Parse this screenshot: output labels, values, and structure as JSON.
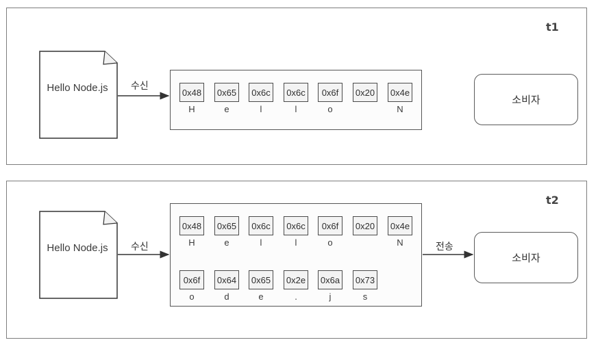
{
  "panels": [
    {
      "label": "t1",
      "file_text": "Hello Node.js",
      "receive_label": "수신",
      "bytes": [
        {
          "hex": "0x48",
          "char": "H"
        },
        {
          "hex": "0x65",
          "char": "e"
        },
        {
          "hex": "0x6c",
          "char": "l"
        },
        {
          "hex": "0x6c",
          "char": "l"
        },
        {
          "hex": "0x6f",
          "char": "o"
        },
        {
          "hex": "0x20",
          "char": ""
        },
        {
          "hex": "0x4e",
          "char": "N"
        }
      ],
      "send_label": "",
      "consumer_label": "소비자"
    },
    {
      "label": "t2",
      "file_text": "Hello Node.js",
      "receive_label": "수신",
      "bytes": [
        {
          "hex": "0x48",
          "char": "H"
        },
        {
          "hex": "0x65",
          "char": "e"
        },
        {
          "hex": "0x6c",
          "char": "l"
        },
        {
          "hex": "0x6c",
          "char": "l"
        },
        {
          "hex": "0x6f",
          "char": "o"
        },
        {
          "hex": "0x20",
          "char": ""
        },
        {
          "hex": "0x4e",
          "char": "N"
        },
        {
          "hex": "0x6f",
          "char": "o"
        },
        {
          "hex": "0x64",
          "char": "d"
        },
        {
          "hex": "0x65",
          "char": "e"
        },
        {
          "hex": "0x2e",
          "char": "."
        },
        {
          "hex": "0x6a",
          "char": "j"
        },
        {
          "hex": "0x73",
          "char": "s"
        }
      ],
      "send_label": "전송",
      "consumer_label": "소비자"
    }
  ]
}
